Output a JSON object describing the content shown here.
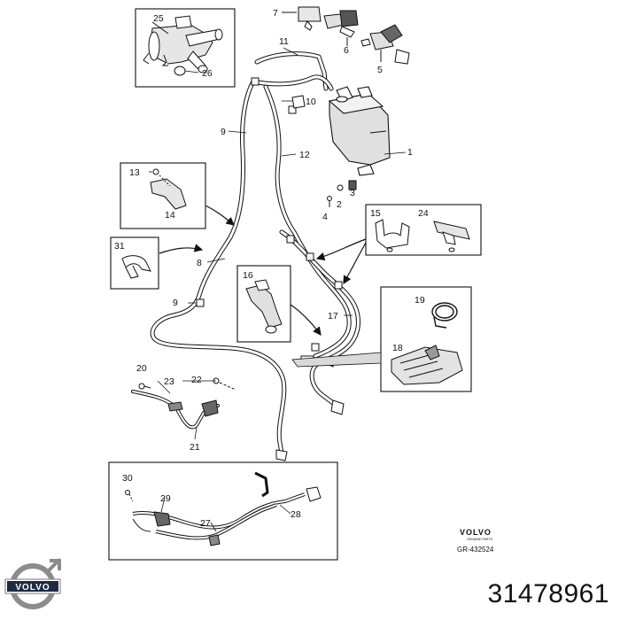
{
  "callouts": {
    "n1": "1",
    "n2": "2",
    "n3": "3",
    "n4": "4",
    "n5": "5",
    "n6": "6",
    "n7": "7",
    "n8": "8",
    "n9a": "9",
    "n9b": "9",
    "n10": "10",
    "n11": "11",
    "n12": "12",
    "n13": "13",
    "n14": "14",
    "n15": "15",
    "n16": "16",
    "n17": "17",
    "n18": "18",
    "n19": "19",
    "n20": "20",
    "n21": "21",
    "n22": "22",
    "n23": "23",
    "n24": "24",
    "n25": "25",
    "n26": "26",
    "n27": "27",
    "n28": "28",
    "n29": "29",
    "n30": "30",
    "n31": "31"
  },
  "branding": {
    "small_logo_text": "VOLVO",
    "small_logo_subtext": "GENUINE PARTS",
    "drawing_reference": "GR-432524",
    "logo_text": "VOLVO"
  },
  "part_number": "31478961",
  "colors": {
    "line": "#111111",
    "background": "#ffffff",
    "shade": "#d9d9d9"
  }
}
